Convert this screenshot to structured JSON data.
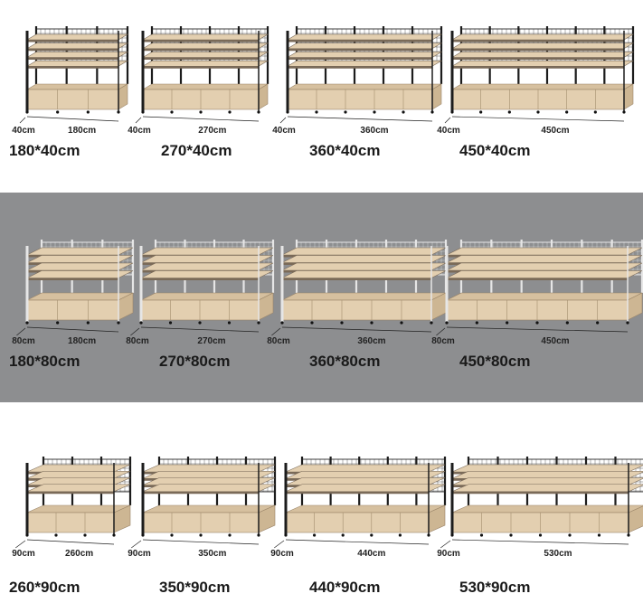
{
  "colors": {
    "top_band": "#ffffff",
    "middle_band": "#8d8e90",
    "bottom_band": "#ffffff",
    "frame_dark": "#1c1c1c",
    "frame_light": "#e6e6e6",
    "wood": "#e3cfb0",
    "shelf_dark": "#7a6a58"
  },
  "rows": [
    {
      "theme": "black-frame",
      "items": [
        {
          "size": "180*40cm",
          "width_label": "180cm",
          "depth_label": "40cm"
        },
        {
          "size": "270*40cm",
          "width_label": "270cm",
          "depth_label": "40cm"
        },
        {
          "size": "360*40cm",
          "width_label": "360cm",
          "depth_label": "40cm"
        },
        {
          "size": "450*40cm",
          "width_label": "450cm",
          "depth_label": "40cm"
        }
      ]
    },
    {
      "theme": "white-frame",
      "items": [
        {
          "size": "180*80cm",
          "width_label": "180cm",
          "depth_label": "80cm"
        },
        {
          "size": "270*80cm",
          "width_label": "270cm",
          "depth_label": "80cm"
        },
        {
          "size": "360*80cm",
          "width_label": "360cm",
          "depth_label": "80cm"
        },
        {
          "size": "450*80cm",
          "width_label": "450cm",
          "depth_label": "80cm"
        }
      ]
    },
    {
      "theme": "black-frame",
      "items": [
        {
          "size": "260*90cm",
          "width_label": "260cm",
          "depth_label": "90cm"
        },
        {
          "size": "350*90cm",
          "width_label": "350cm",
          "depth_label": "90cm"
        },
        {
          "size": "440*90cm",
          "width_label": "440cm",
          "depth_label": "90cm"
        },
        {
          "size": "530*90cm",
          "width_label": "530cm",
          "depth_label": "90cm"
        }
      ]
    }
  ]
}
